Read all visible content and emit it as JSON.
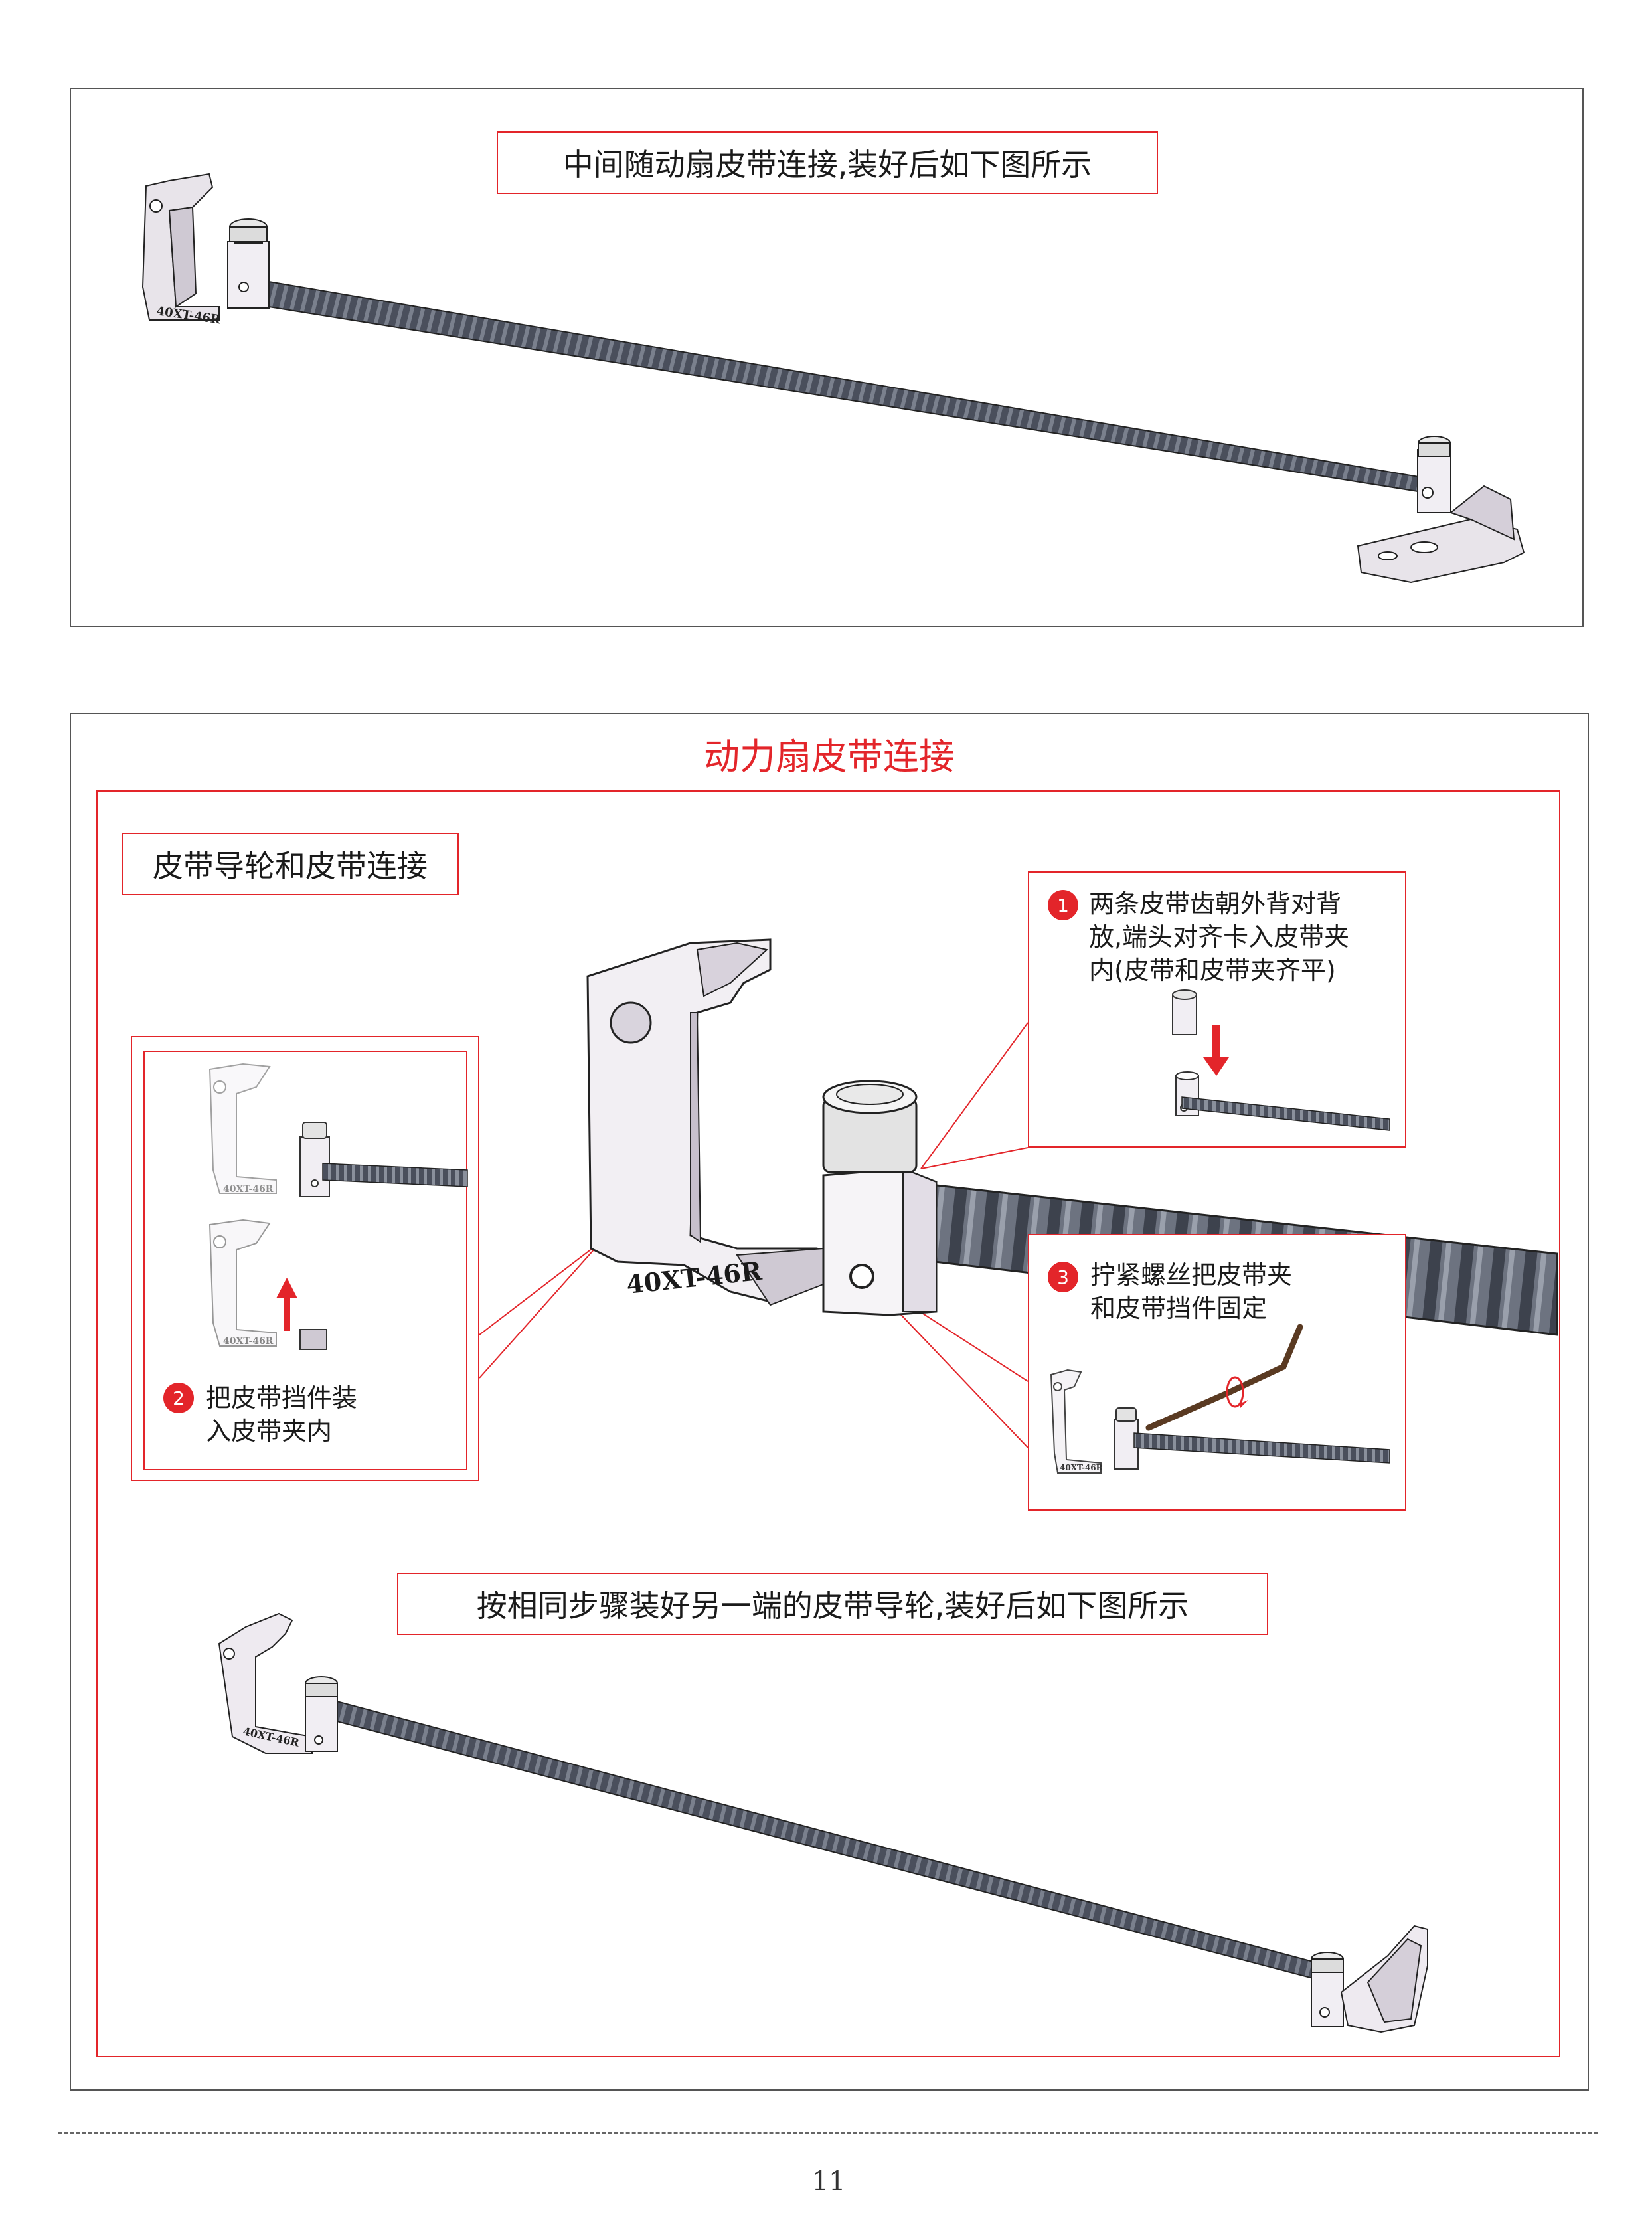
{
  "top_panel": {
    "caption": "中间随动扇皮带连接,装好后如下图所示",
    "part_code": "40XT-46R"
  },
  "main_panel": {
    "title": "动力扇皮带连接",
    "subtitle": "皮带导轮和皮带连接",
    "part_code_large": "40XT-46R",
    "steps": [
      {
        "num": "1",
        "line1": "两条皮带齿朝外背对背",
        "line2": "放,端头对齐卡入皮带夹",
        "line3": "内(皮带和皮带夹齐平)"
      },
      {
        "num": "2",
        "line1": "把皮带挡件装",
        "line2": "入皮带夹内"
      },
      {
        "num": "3",
        "line1": "拧紧螺丝把皮带夹",
        "line2": "和皮带挡件固定"
      }
    ],
    "step2_codes": [
      "40XT-46R",
      "40XT-46R"
    ],
    "step3_code": "40XT-46R",
    "bottom_caption": "按相同步骤装好另一端的皮带导轮,装好后如下图所示",
    "bottom_code": "40XT-46R"
  },
  "footer": {
    "page_number": "11"
  },
  "colors": {
    "accent": "#e3252a",
    "frame": "#555555",
    "belt": "#4a4f5c",
    "part": "#d9d4dd"
  }
}
